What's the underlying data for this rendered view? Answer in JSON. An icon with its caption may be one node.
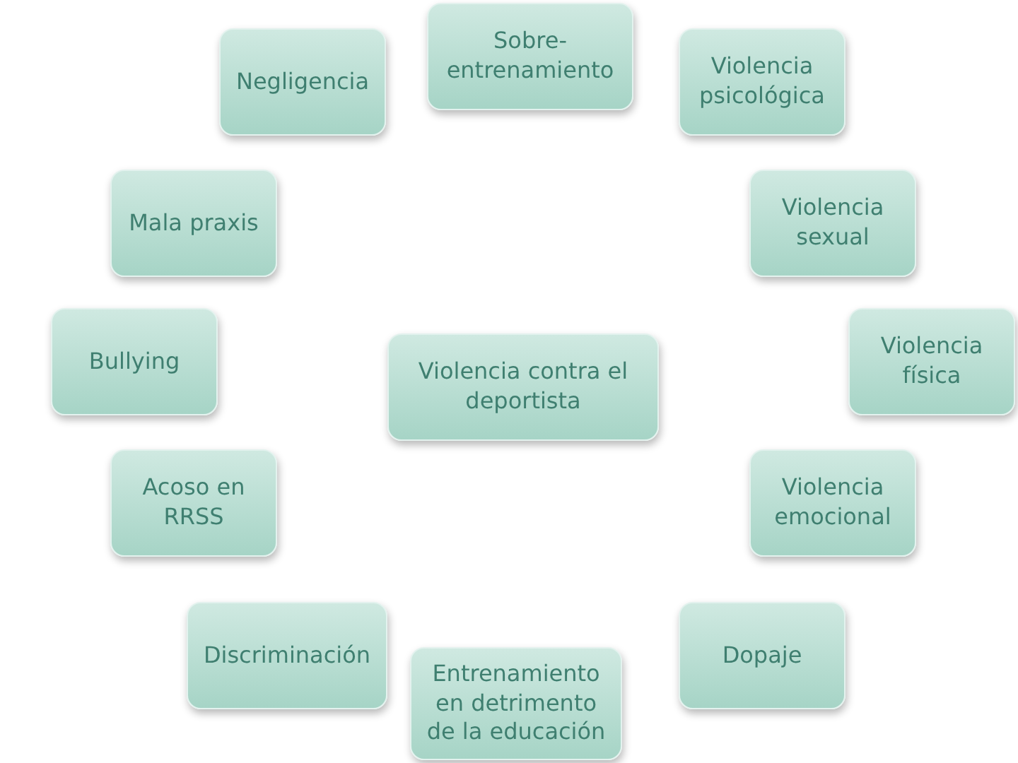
{
  "diagram": {
    "nodes": [
      {
        "text": [
          "Negligencia"
        ]
      },
      {
        "text": [
          "Sobre-entrenamiento"
        ]
      },
      {
        "text": [
          "Violencia psicológica"
        ]
      },
      {
        "text": [
          "Mala praxis"
        ]
      },
      {
        "text": [
          "Violencia sexual"
        ]
      },
      {
        "text": [
          "Bullying"
        ]
      },
      {
        "text": [
          "Violencia física"
        ]
      },
      {
        "text": [
          "Violencia contra el deportista"
        ]
      },
      {
        "text": [
          "Acoso en RRSS"
        ]
      },
      {
        "text": [
          "Violencia emocional"
        ]
      },
      {
        "text": [
          "Discriminación"
        ]
      },
      {
        "text": [
          "Dopaje"
        ]
      },
      {
        "text": [
          "Entrenamiento en detrimento de la educación"
        ]
      }
    ]
  }
}
